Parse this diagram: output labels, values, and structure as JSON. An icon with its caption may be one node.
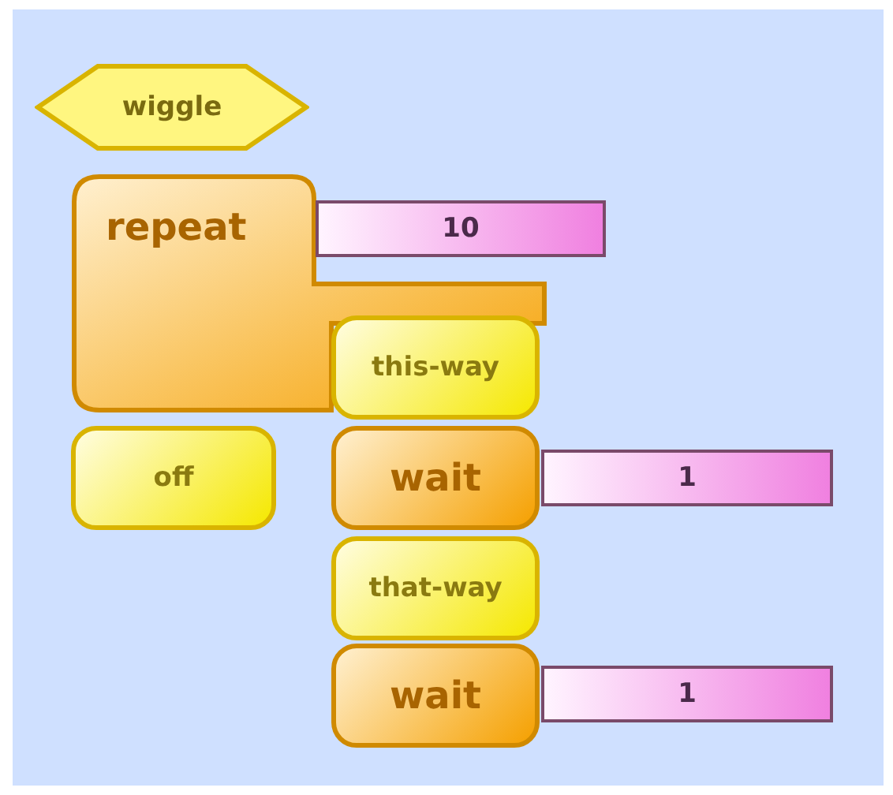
{
  "diagram": {
    "nodes": [
      {
        "text": [
          "wiggle"
        ]
      },
      {
        "text": [
          "repeat"
        ]
      },
      {
        "text": [
          "10"
        ]
      },
      {
        "text": [
          "this-way"
        ]
      },
      {
        "text": [
          "off"
        ]
      },
      {
        "text": [
          "wait"
        ]
      },
      {
        "text": [
          "1"
        ]
      },
      {
        "text": [
          "that-way"
        ]
      },
      {
        "text": [
          "wait"
        ]
      },
      {
        "text": [
          "1"
        ]
      }
    ]
  }
}
